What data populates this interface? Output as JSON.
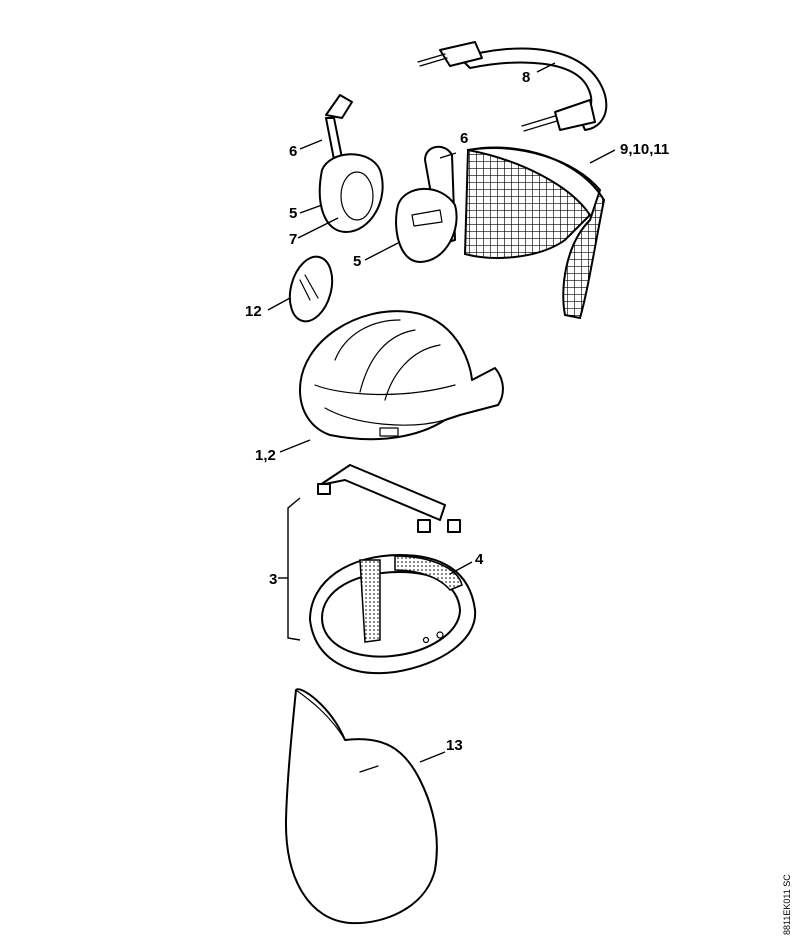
{
  "labels": {
    "l1_2": "1,2",
    "l3": "3",
    "l4": "4",
    "l5a": "5",
    "l5b": "5",
    "l6a": "6",
    "l6b": "6",
    "l7": "7",
    "l8": "8",
    "l9_10_11": "9,10,11",
    "l12": "12",
    "l13": "13"
  },
  "drawing_code": "8811EK011 SC"
}
